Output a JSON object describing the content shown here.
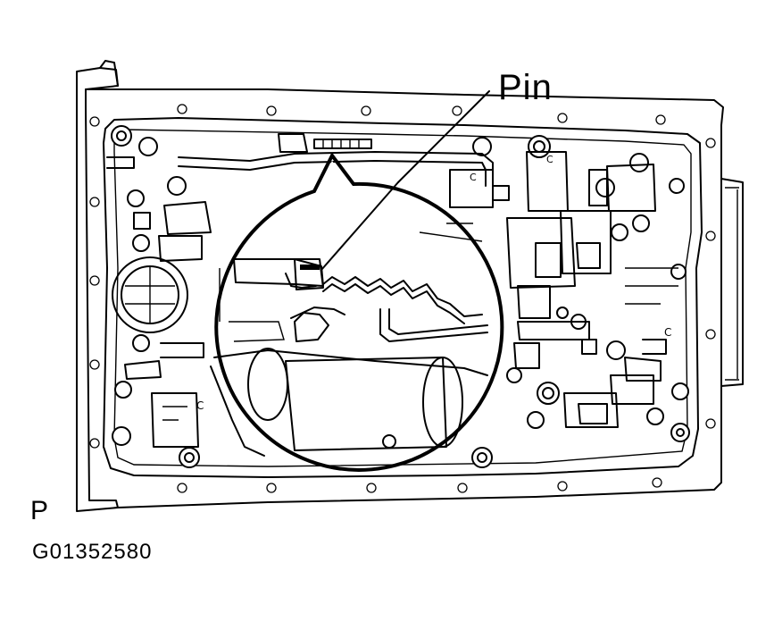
{
  "labels": {
    "callout": "Pin",
    "view_marker": "P",
    "figure_id": "G01352580"
  },
  "colors": {
    "line": "#000000",
    "background": "#ffffff"
  }
}
